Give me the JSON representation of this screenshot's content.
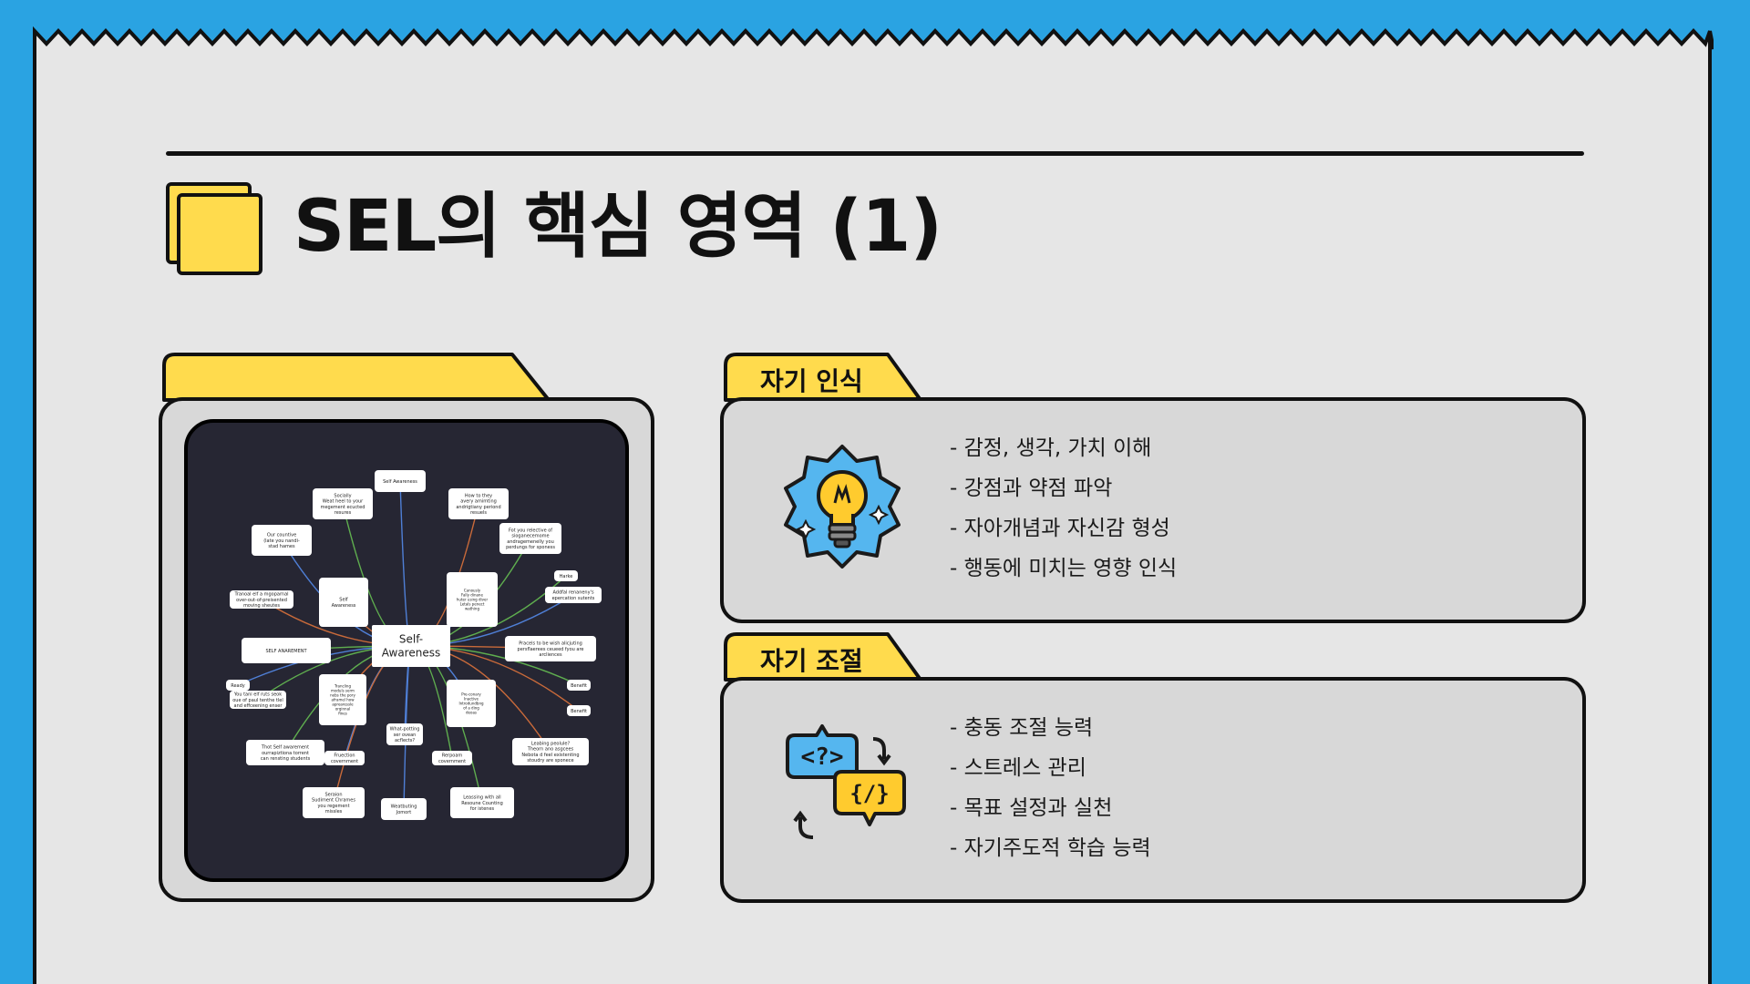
{
  "slide": {
    "title": "SEL의 핵심 영역 (1)"
  },
  "mindmap": {
    "center": [
      "Self-",
      "Awareness"
    ],
    "nodes": [
      {
        "id": "n1",
        "lines": [
          "Self Awareness"
        ]
      },
      {
        "id": "n2",
        "lines": [
          "Socially",
          "Weat heel to your",
          "megement ecucted",
          "resures"
        ]
      },
      {
        "id": "n3",
        "lines": [
          "How to they",
          "avery amimting",
          "andrigtiany periond",
          "resuels"
        ]
      },
      {
        "id": "n4",
        "lines": [
          "Our countive",
          "(late you nandi-",
          "stad hames"
        ]
      },
      {
        "id": "n5",
        "lines": [
          "Fot you relective of",
          "sioganecemome",
          "andragemenelly you",
          "perdungs for sponess"
        ]
      },
      {
        "id": "n6",
        "lines": [
          "Self",
          "Awareness"
        ]
      },
      {
        "id": "n7",
        "lines": [
          "Canously",
          "Fally dinane",
          "huter using diver",
          "Letals penect",
          "wathing"
        ]
      },
      {
        "id": "n8",
        "lines": [
          "Harke"
        ]
      },
      {
        "id": "n9",
        "lines": [
          "Tranoal elf a mgoparnal",
          "over-out-of-preisented",
          "moving sheutes"
        ]
      },
      {
        "id": "n10",
        "lines": [
          "Addfal renaneny's",
          "epercation sutents"
        ]
      },
      {
        "id": "n11",
        "lines": [
          "SELF ANAREMENT"
        ]
      },
      {
        "id": "n12",
        "lines": [
          "Pracels to be wish alicjuting",
          "persflaerees ceueed fyou are",
          "arcliences"
        ]
      },
      {
        "id": "n13",
        "lines": [
          "Ready"
        ]
      },
      {
        "id": "n14",
        "lines": [
          "You tani elf ruts seok",
          "oue of paul tenthe tlel",
          "and effceening enser"
        ]
      },
      {
        "id": "n15",
        "lines": [
          "Trancling",
          "moduls serm",
          "nebs the pory",
          "aframel how",
          "aprearessle",
          "orginnal",
          "fines"
        ]
      },
      {
        "id": "n16",
        "lines": [
          "Pre-conary",
          "Inactive",
          "Introdundbng",
          "of a ding",
          "deoas"
        ]
      },
      {
        "id": "n17",
        "lines": [
          "Benefit"
        ]
      },
      {
        "id": "n18",
        "lines": [
          "Benefit"
        ]
      },
      {
        "id": "n19",
        "lines": [
          "What-potting",
          "ser ovean",
          "acflects?"
        ]
      },
      {
        "id": "n20",
        "lines": [
          "Thot Self awarement",
          "ourrapiztiona torrent",
          "can rensting students"
        ]
      },
      {
        "id": "n21",
        "lines": [
          "Leabing peolule?",
          "Theorn ano asgcees",
          "Nebota d feel existenting",
          "stoudry are sponece"
        ]
      },
      {
        "id": "n22",
        "lines": [
          "Fruection",
          "covernment"
        ]
      },
      {
        "id": "n23",
        "lines": [
          "Rerpoam",
          "covernment"
        ]
      },
      {
        "id": "n24",
        "lines": [
          "Seraion",
          "Sudiment Chrames",
          "you regement",
          "missles"
        ]
      },
      {
        "id": "n25",
        "lines": [
          "Weatbuting",
          "Jomort"
        ]
      },
      {
        "id": "n26",
        "lines": [
          "Leassing with all",
          "Resoune Counting",
          "for istenes"
        ]
      }
    ]
  },
  "cards": [
    {
      "title": "자기 인식",
      "icon": "lightbulb-icon",
      "items": [
        "- 감정, 생각, 가치 이해",
        "- 강점과 약점 파악",
        "- 자아개념과 자신감 형성",
        "- 행동에 미치는 영향 인식"
      ]
    },
    {
      "title": "자기 조절",
      "icon": "code-exchange-icon",
      "items": [
        "- 충동 조절 능력",
        "- 스트레스 관리",
        "- 목표 설정과 실천",
        "- 자기주도적 학습 능력"
      ]
    }
  ],
  "colors": {
    "background": "#2aa3e2",
    "paper": "#e6e6e6",
    "accent_yellow": "#ffdb4d",
    "outline": "#111111",
    "card_fill": "#d8d8d8",
    "mindmap_bg": "#262633",
    "icon_blue": "#55b6ef"
  }
}
